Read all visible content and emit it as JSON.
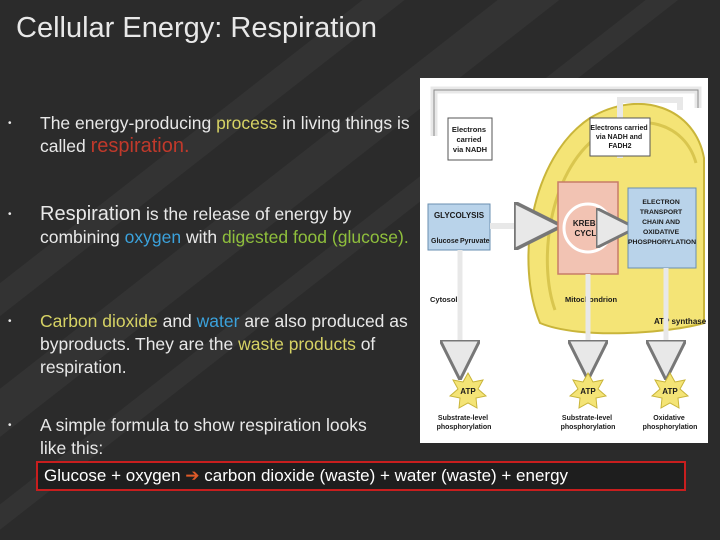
{
  "title": "Cellular Energy: Respiration",
  "bullets": [
    {
      "p1": "The energy-producing ",
      "p2": "process",
      "p3": " in living things is called ",
      "p4": "respiration."
    },
    {
      "p1": "Respiration",
      "p2": " is the release of energy by combining ",
      "p3": "oxygen",
      "p4": " with ",
      "p5": "digested food (glucose)."
    },
    {
      "p1": "Carbon dioxide",
      "p2": " and ",
      "p3": "water",
      "p4": " are also produced as byproducts. They are the ",
      "p5": "waste products",
      "p6": " of respiration."
    },
    {
      "p1": "A simple formula to show respiration looks like this:"
    }
  ],
  "formula": {
    "left": "Glucose + oxygen ",
    "arrow": "➔",
    "right": " carbon dioxide (waste) + water (waste) + energy"
  },
  "diagram": {
    "electrons_nadh": [
      "Electrons",
      "carried",
      "via NADH"
    ],
    "electrons_nadh_fadh": [
      "Electrons carried",
      "via NADH and",
      "FADH2"
    ],
    "glycolysis": "GLYCOLYSIS",
    "glucose": "Glucose",
    "pyruvate": "Pyruvate",
    "krebs": [
      "KREBS",
      "CYCLE"
    ],
    "etc": [
      "ELECTRON",
      "TRANSPORT",
      "CHAIN AND",
      "OXIDATIVE",
      "PHOSPHORYLATION"
    ],
    "cytosol": "Cytosol",
    "mitochondrion": "Mitochondrion",
    "atp_synthase": "ATP synthase",
    "atp": "ATP",
    "captions": [
      [
        "Substrate-level",
        "phosphorylation"
      ],
      [
        "Substrate-level",
        "phosphorylation"
      ],
      [
        "Oxidative",
        "phosphorylation"
      ]
    ]
  },
  "colors": {
    "background": "#2b2b2b",
    "text": "#e8e8e8",
    "highlight_yellow": "#d6d264",
    "highlight_blue": "#3ba2dc",
    "highlight_green": "#8fbf3c",
    "highlight_red": "#c0392b",
    "formula_border": "#c81e1e"
  }
}
